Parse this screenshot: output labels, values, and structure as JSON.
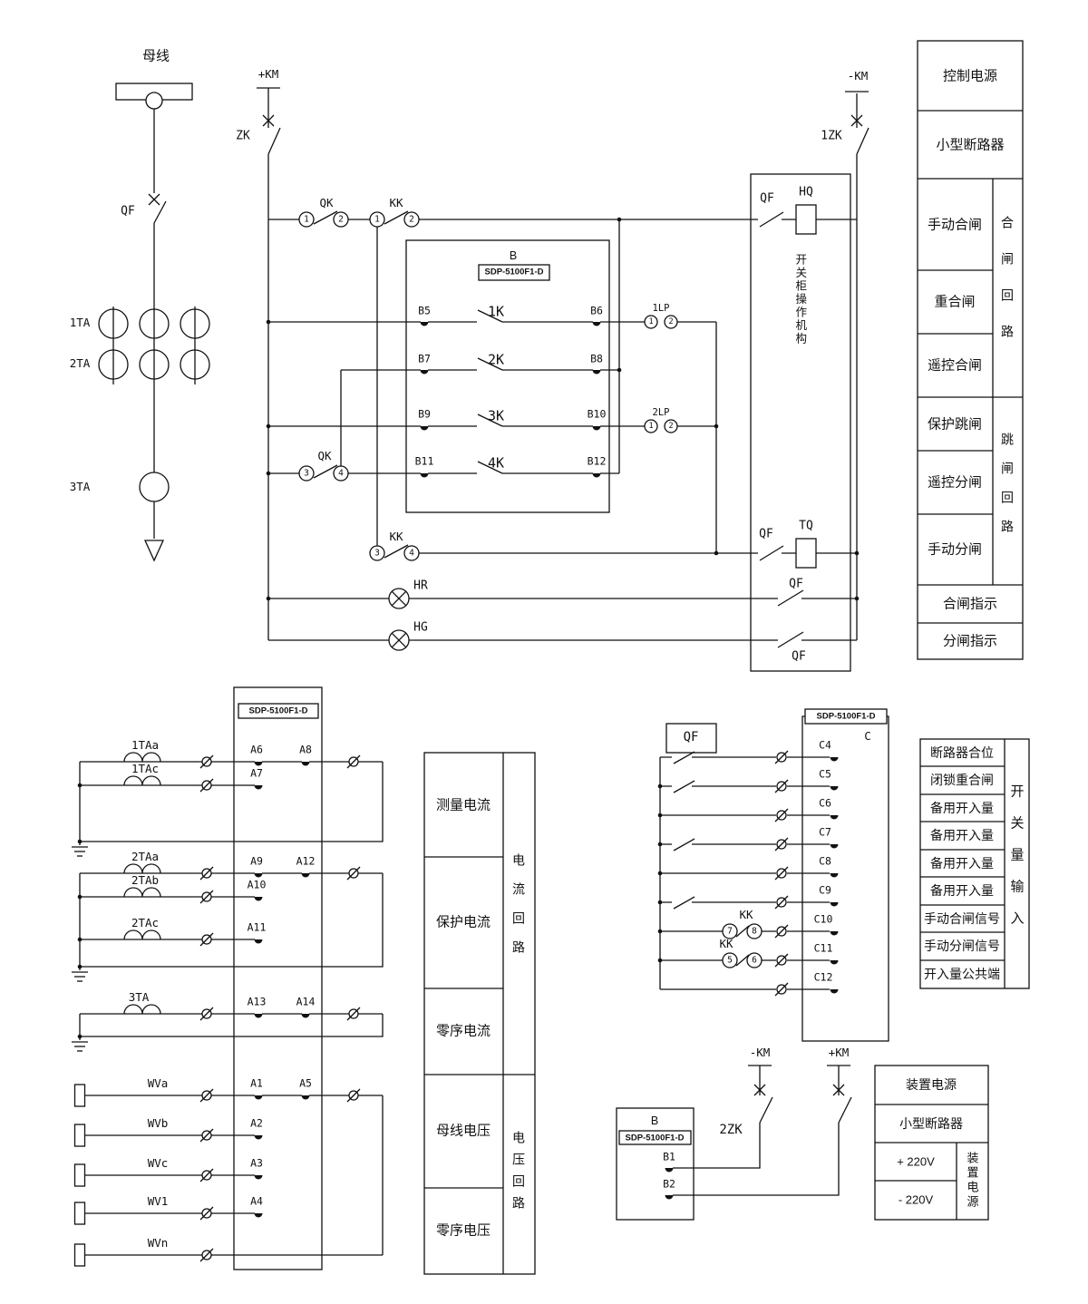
{
  "top": {
    "busbar": "母线",
    "qf": "QF",
    "ta1": "1TA",
    "ta2": "2TA",
    "ta3": "3TA",
    "plus_km": "+KM",
    "minus_km": "-KM",
    "zk": "ZK",
    "zk1": "1ZK",
    "zk2": "2ZK",
    "qk": "QK",
    "kk": "KK",
    "b": "B",
    "c": "C",
    "model": "SDP-5100F1-D",
    "k1": "1K",
    "k2": "2K",
    "k3": "3K",
    "k4": "4K",
    "lp1": "1LP",
    "lp2": "2LP",
    "hq": "HQ",
    "tq": "TQ",
    "hr": "HR",
    "hg": "HG",
    "mech": "开关柜操作机构",
    "d1": "1",
    "d2": "2",
    "d3": "3",
    "d4": "4",
    "d5": "5",
    "d6": "6",
    "d7": "7",
    "d8": "8"
  },
  "terminals": {
    "b5": "B5",
    "b6": "B6",
    "b7": "B7",
    "b8": "B8",
    "b9": "B9",
    "b10": "B10",
    "b11": "B11",
    "b12": "B12",
    "a1": "A1",
    "a2": "A2",
    "a3": "A3",
    "a4": "A4",
    "a5": "A5",
    "a6": "A6",
    "a7": "A7",
    "a8": "A8",
    "a9": "A9",
    "a10": "A10",
    "a11": "A11",
    "a12": "A12",
    "a13": "A13",
    "a14": "A14",
    "c4": "C4",
    "c5": "C5",
    "c6": "C6",
    "c7": "C7",
    "c8": "C8",
    "c9": "C9",
    "c10": "C10",
    "c11": "C11",
    "c12": "C12",
    "b1": "B1",
    "b2": "B2"
  },
  "ct": {
    "t1a": "1TAa",
    "t1c": "1TAc",
    "t2a": "2TAa",
    "t2b": "2TAb",
    "t2c": "2TAc"
  },
  "pt": {
    "a": "WVa",
    "b": "WVb",
    "c": "WVc",
    "l1": "WV1",
    "n": "WVn"
  },
  "ctrl_table": {
    "rows": [
      "控制电源",
      "小型断路器",
      "手动合闸",
      "重合闸",
      "遥控合闸",
      "保护跳闸",
      "遥控分闸",
      "手动分闸",
      "合闸指示",
      "分闸指示"
    ],
    "close_loop": "合闸回路",
    "trip_loop": "跳闸回路"
  },
  "analog_table": {
    "rows": [
      "测量电流",
      "保护电流",
      "零序电流",
      "母线电压",
      "零序电压"
    ],
    "current_loop": "电流回路",
    "voltage_loop": "电压回路"
  },
  "di_table": {
    "rows": [
      "断路器合位",
      "闭锁重合闸",
      "备用开入量",
      "备用开入量",
      "备用开入量",
      "备用开入量",
      "手动合闸信号",
      "手动分闸信号",
      "开入量公共端"
    ],
    "group": "开关量输入"
  },
  "power_table": {
    "rows": [
      "装置电源",
      "小型断路器",
      "+ 220V",
      "- 220V"
    ],
    "group": "装置电源"
  }
}
